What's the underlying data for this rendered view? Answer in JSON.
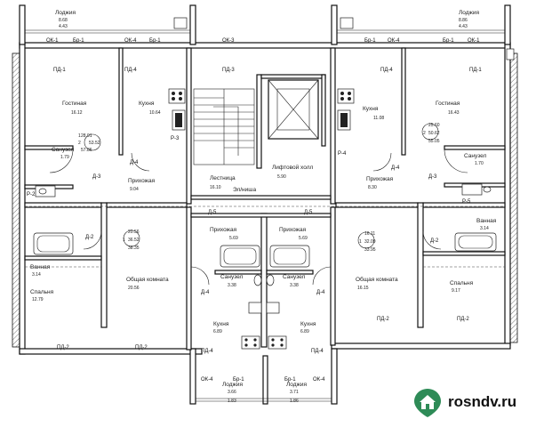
{
  "units": [
    {
      "id": "top-left",
      "loggia": {
        "name": "Лоджия",
        "a": "8.68",
        "b": "4.43"
      },
      "area_code": [
        "28.91",
        "53.52",
        "57.86"
      ],
      "rooms": [
        "1",
        "2"
      ]
    },
    {
      "id": "top-right",
      "loggia": {
        "name": "Лоджия",
        "a": "8.86",
        "b": "4.43"
      },
      "area_code": [
        "25.60",
        "50.62",
        "55.05"
      ],
      "rooms": [
        "2"
      ]
    },
    {
      "id": "mid-left",
      "area_code": [
        "20.56",
        "36.52",
        "38.35"
      ],
      "rooms": [
        "1"
      ]
    },
    {
      "id": "mid-right",
      "area_code": [
        "16.11",
        "32.09",
        "33.95"
      ],
      "rooms": [
        "1"
      ]
    },
    {
      "id": "bottom-left",
      "loggia": {
        "name": "Лоджия",
        "a": "3.66",
        "b": "1.83"
      }
    },
    {
      "id": "bottom-right",
      "loggia": {
        "name": "Лоджия",
        "a": "3.71",
        "b": "1.86"
      }
    }
  ],
  "rooms": {
    "living_left": {
      "name": "Гостиная",
      "area": "16.12"
    },
    "kitchen_left": {
      "name": "Кухня",
      "area": "10.64"
    },
    "stair": {
      "name": "Лестница",
      "area": "16.10"
    },
    "lift_hall": {
      "name": "Лифтовой холл",
      "area": "5.90"
    },
    "kitchen_right": {
      "name": "Кухня",
      "area": "11.08"
    },
    "living_right": {
      "name": "Гостиная",
      "area": "16.43"
    },
    "bath_wc_left": {
      "name": "Санузел",
      "area": "1.79"
    },
    "hall_left": {
      "name": "Прихожая",
      "area": "9.04"
    },
    "hall_right": {
      "name": "Прихожая",
      "area": "8.30"
    },
    "bath_wc_right": {
      "name": "Санузел",
      "area": "1.70"
    },
    "bathroom_right": {
      "name": "Ванная",
      "area": "3.14"
    },
    "bathroom_left": {
      "name": "Ванная",
      "area": "3.14"
    },
    "bedroom_left": {
      "name": "Спальня",
      "area": "12.79"
    },
    "common_left": {
      "name": "Общая комната",
      "area": "20.56"
    },
    "hall_mid_left": {
      "name": "Прихожая",
      "area": "5.69"
    },
    "hall_mid_right": {
      "name": "Прихожая",
      "area": "5.69"
    },
    "common_right": {
      "name": "Общая комната",
      "area": "16.15"
    },
    "bedroom_right": {
      "name": "Спальня",
      "area": "9.17"
    },
    "wc_mid_left": {
      "name": "Санузел",
      "area": "3.38"
    },
    "wc_mid_right": {
      "name": "Санузел",
      "area": "3.38"
    },
    "kitchen_mid_left": {
      "name": "Кухня",
      "area": "6.89"
    },
    "kitchen_mid_right": {
      "name": "Кухня",
      "area": "6.89"
    }
  },
  "corridor_label": "Эл/ниша",
  "tags": {
    "ok1": "ОК-1",
    "ok3": "ОК-3",
    "ok4": "ОК-4",
    "br1": "Бр-1",
    "pd1": "ПД-1",
    "pd2": "ПД-2",
    "pd3": "ПД-3",
    "pd4": "ПД-4",
    "d2": "Д-2",
    "d3": "Д-3",
    "d4": "Д-4",
    "d5": "Д-5",
    "r2": "Р-2",
    "r3": "Р-3",
    "r4": "Р-4",
    "r5": "Р-5"
  },
  "brand": {
    "text": "rosndv.ru",
    "logo_color": "#2e8b57",
    "logo_name": "house-map-pin-logo"
  }
}
